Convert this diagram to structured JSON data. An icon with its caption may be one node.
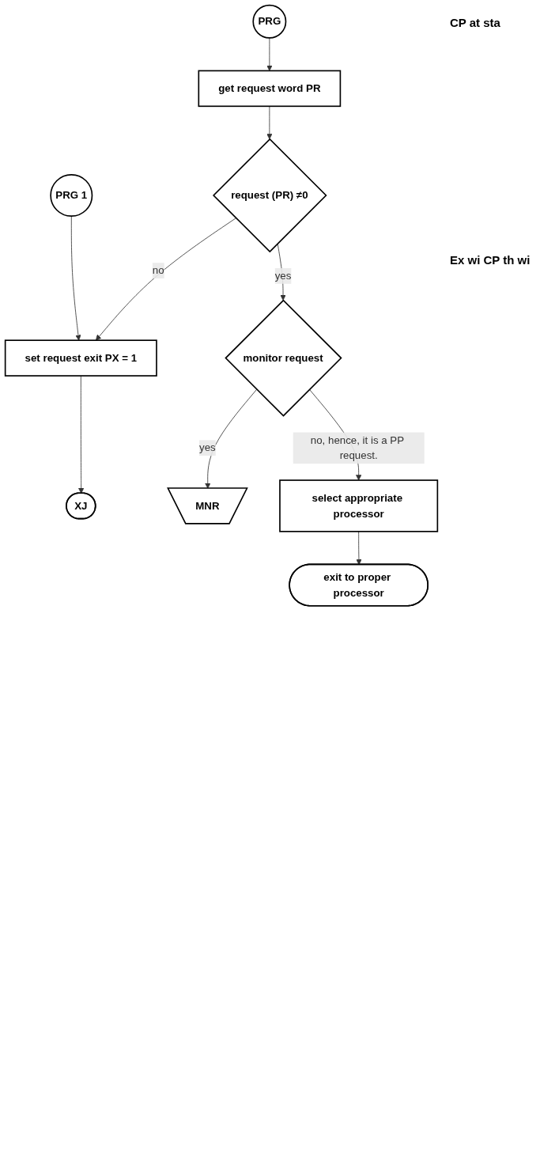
{
  "diagram": {
    "nodes": [
      {
        "text": [
          "PRG 1"
        ]
      },
      {
        "text": [
          "set request exit PX = 1"
        ]
      },
      {
        "text": [
          "XJ"
        ]
      },
      {
        "text": [
          "PRG"
        ]
      },
      {
        "text": [
          "get request word PR"
        ]
      },
      {
        "text": [
          "request (PR) ≠0"
        ]
      },
      {
        "text": [
          "monitor request"
        ]
      },
      {
        "text": [
          "MNR"
        ]
      },
      {
        "text": [
          "select appropriate processor"
        ]
      },
      {
        "text": [
          "exit to proper processor"
        ]
      }
    ],
    "edges": [
      {
        "from": 0,
        "to": 1,
        "arrow": "to"
      },
      {
        "from": 1,
        "to": 2,
        "arrow": "to"
      },
      {
        "from": 3,
        "to": 4,
        "arrow": "to"
      },
      {
        "from": 4,
        "to": 5,
        "arrow": "to"
      },
      {
        "from": 5,
        "to": 1,
        "arrow": "to",
        "label": "no"
      },
      {
        "from": 5,
        "to": 6,
        "arrow": "to",
        "label": "yes"
      },
      {
        "from": 6,
        "to": 7,
        "arrow": "to",
        "label": "yes"
      },
      {
        "from": 6,
        "to": 8,
        "arrow": "to",
        "label": "no, hence, it is a PP request."
      },
      {
        "from": 8,
        "to": 9,
        "arrow": "to"
      }
    ],
    "labels": [
      "CP at sta",
      "Ex wi CP th wi"
    ]
  }
}
